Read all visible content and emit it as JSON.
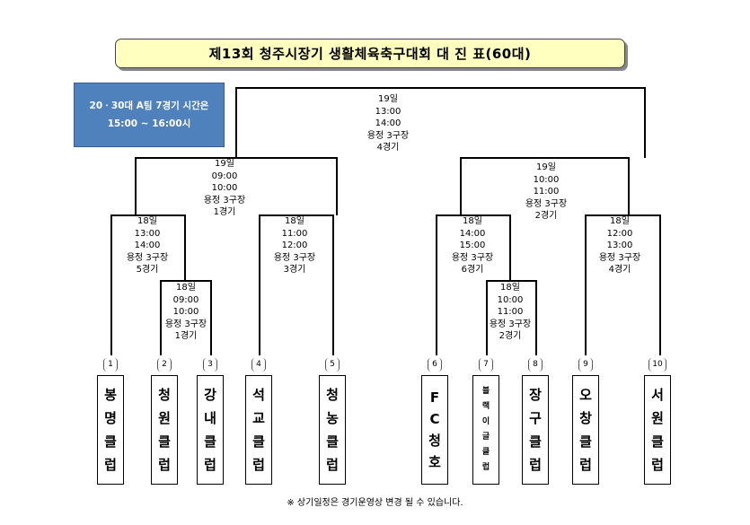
{
  "title": "제13회 청주시장기 생활체육축구대회     대 진 표(60대)",
  "notice": {
    "line1": "20ㆍ30대 A팀 7경기 시간은",
    "line2": "15:00 ~ 16:00시"
  },
  "matches": {
    "final": {
      "day": "19일",
      "start": "13:00",
      "end": "14:00",
      "venue": "용정  3구장",
      "game": "4경기"
    },
    "semi_left": {
      "day": "19일",
      "start": "09:00",
      "end": "10:00",
      "venue": "용정  3구장",
      "game": "1경기"
    },
    "semi_right": {
      "day": "19일",
      "start": "10:00",
      "end": "11:00",
      "venue": "용정  3구장",
      "game": "2경기"
    },
    "qf_1": {
      "day": "18일",
      "start": "13:00",
      "end": "14:00",
      "venue": "용정  3구장",
      "game": "5경기"
    },
    "qf_2": {
      "day": "18일",
      "start": "11:00",
      "end": "12:00",
      "venue": "용정  3구장",
      "game": "3경기"
    },
    "qf_3": {
      "day": "18일",
      "start": "14:00",
      "end": "15:00",
      "venue": "용정  3구장",
      "game": "6경기"
    },
    "qf_4": {
      "day": "18일",
      "start": "12:00",
      "end": "13:00",
      "venue": "용정  3구장",
      "game": "4경기"
    },
    "r1_left": {
      "day": "18일",
      "start": "09:00",
      "end": "10:00",
      "venue": "용정 3구장",
      "game": "1경기"
    },
    "r1_right": {
      "day": "18일",
      "start": "10:00",
      "end": "11:00",
      "venue": "용정 3구장",
      "game": "2경기"
    }
  },
  "teams": [
    {
      "num": "1",
      "name": [
        "봉",
        "명",
        "클",
        "럽"
      ]
    },
    {
      "num": "2",
      "name": [
        "청",
        "원",
        "클",
        "럽"
      ]
    },
    {
      "num": "3",
      "name": [
        "강",
        "내",
        "클",
        "럽"
      ]
    },
    {
      "num": "4",
      "name": [
        "석",
        "교",
        "클",
        "럽"
      ]
    },
    {
      "num": "5",
      "name": [
        "청",
        "농",
        "클",
        "럽"
      ]
    },
    {
      "num": "6",
      "name": [
        "F",
        "C",
        "청",
        "호"
      ]
    },
    {
      "num": "7",
      "name": [
        "블",
        "랙",
        "이",
        "글",
        "클",
        "럽"
      ]
    },
    {
      "num": "8",
      "name": [
        "장",
        "구",
        "클",
        "럽"
      ]
    },
    {
      "num": "9",
      "name": [
        "오",
        "창",
        "클",
        "럽"
      ]
    },
    {
      "num": "10",
      "name": [
        "서",
        "원",
        "클",
        "럽"
      ]
    }
  ],
  "footer": "※ 상기일정은 경기운영상 변경 될 수 있습니다."
}
